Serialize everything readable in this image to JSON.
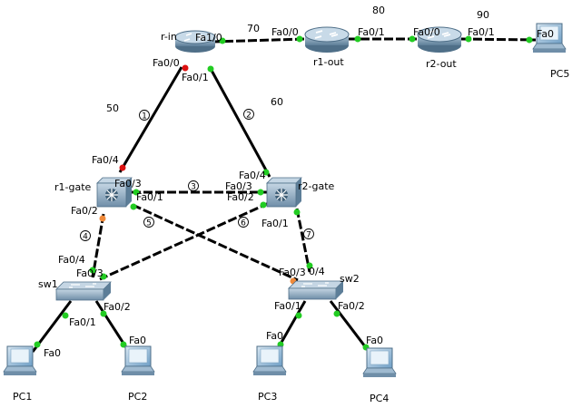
{
  "devices": {
    "r_in": "r-in",
    "r1_out": "r1-out",
    "r2_out": "r2-out",
    "r1_gate": "r1-gate",
    "r2_gate": "r2-gate",
    "sw1": "sw1",
    "sw2": "sw2",
    "pc1": "PC1",
    "pc2": "PC2",
    "pc3": "PC3",
    "pc4": "PC4",
    "pc5": "PC5"
  },
  "ports": {
    "r_in_fa1_0": "Fa1/0",
    "r_in_fa0_0": "Fa0/0",
    "r_in_fa0_1": "Fa0/1",
    "r1_out_fa0_0": "Fa0/0",
    "r1_out_fa0_1": "Fa0/1",
    "r2_out_fa0_0": "Fa0/0",
    "r2_out_fa0_1": "Fa0/1",
    "pc5_fa0": "Fa0",
    "r1_gate_fa0_4": "Fa0/4",
    "r1_gate_fa0_3": "Fa0/3",
    "r1_gate_fa0_1": "Fa0/1",
    "r1_gate_fa0_2": "Fa0/2",
    "r2_gate_fa0_4": "Fa0/4",
    "r2_gate_fa0_3": "Fa0/3",
    "r2_gate_fa0_2": "Fa0/2",
    "r2_gate_fa0_1": "Fa0/1",
    "sw1_fa0_4": "Fa0/4",
    "sw1_fa0_3": "Fa0/3",
    "sw1_fa0_1": "Fa0/1",
    "sw1_fa0_2": "Fa0/2",
    "sw2_fa0_3": "Fa0/3",
    "sw2_fa0_4": "0/4",
    "sw2_fa0_1": "Fa0/1",
    "sw2_fa0_2": "Fa0/2",
    "pc1_fa0": "Fa0",
    "pc2_fa0": "Fa0",
    "pc3_fa0": "Fa0",
    "pc4_fa0": "Fa0"
  },
  "network_numbers": {
    "n50": "50",
    "n60": "60",
    "n70": "70",
    "n80": "80",
    "n90": "90"
  },
  "link_markers": {
    "m1": "1",
    "m2": "2",
    "m3": "3",
    "m4": "4",
    "m5": "5",
    "m6": "6",
    "m7": "7"
  },
  "colors": {
    "link": "#000000",
    "port_up": "#22cc22",
    "port_down": "#dd1111",
    "port_blocking": "#f08a3a",
    "router_body": "#6e8ea8",
    "switch_body": "#7d9cb4",
    "pc_screen": "#7fb6dc"
  }
}
